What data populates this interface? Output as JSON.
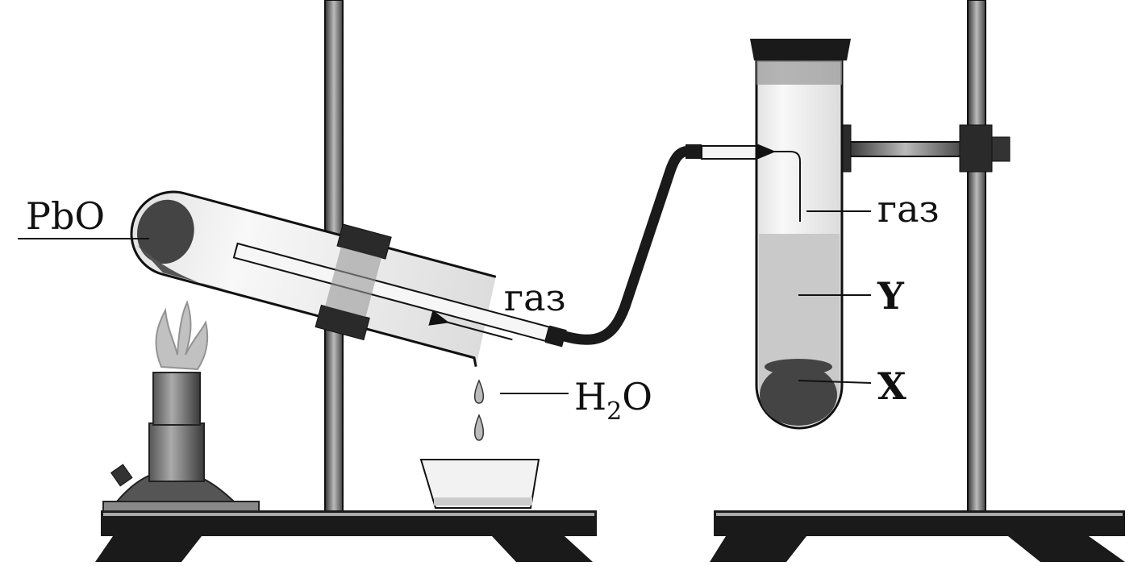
{
  "labels": {
    "solid_reactant": "PbO",
    "gas_in_tube": "газ",
    "gas_in_receiver": "газ",
    "liquid": "Y",
    "solid_in_receiver": "X",
    "water_main": "H",
    "water_sub": "2",
    "water_tail": "O"
  },
  "colors": {
    "metal_dark": "#1a1a1a",
    "glass": "#ececec",
    "liquid": "#c9c9c9"
  }
}
